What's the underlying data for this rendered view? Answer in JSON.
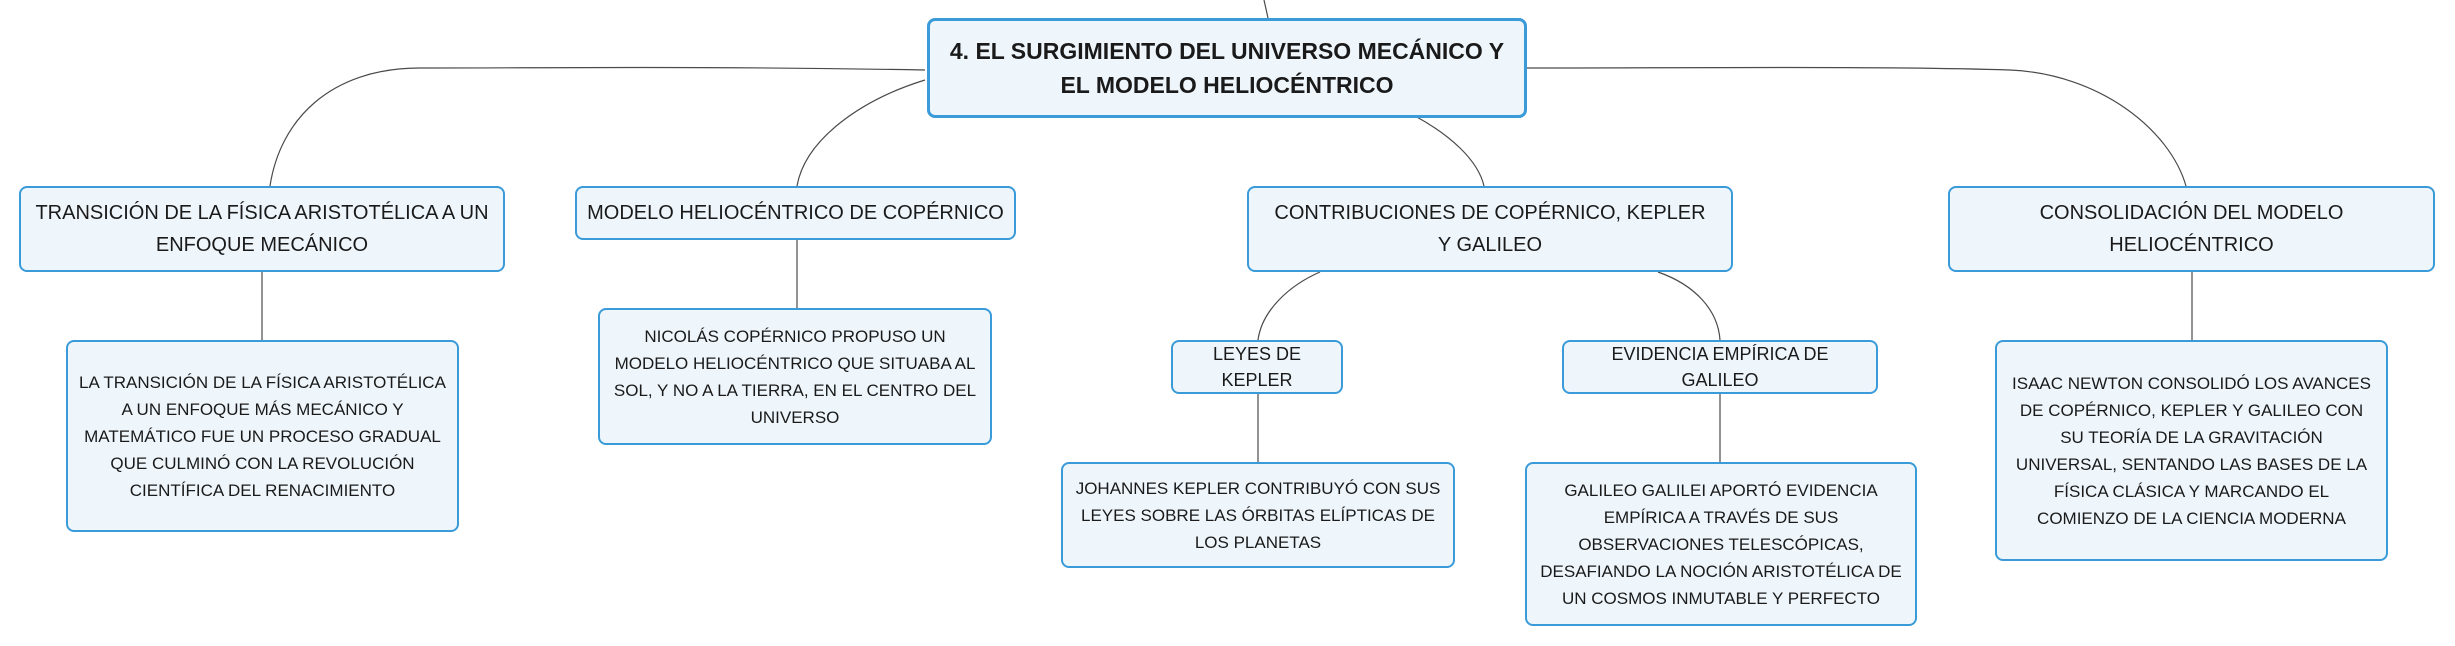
{
  "colors": {
    "node_border": "#3a9bd8",
    "node_fill": "#eef6fc",
    "connector": "#4a4a4a",
    "text": "#1a1a1a"
  },
  "root": {
    "label": "4. EL SURGIMIENTO DEL UNIVERSO MECÁNICO Y EL MODELO HELIOCÉNTRICO"
  },
  "branches": [
    {
      "label": "TRANSICIÓN DE LA FÍSICA ARISTOTÉLICA A UN ENFOQUE MECÁNICO",
      "detail": "LA TRANSICIÓN DE LA FÍSICA ARISTOTÉLICA A UN ENFOQUE MÁS MECÁNICO Y MATEMÁTICO FUE UN PROCESO GRADUAL QUE CULMINÓ CON LA REVOLUCIÓN CIENTÍFICA DEL RENACIMIENTO"
    },
    {
      "label": "MODELO HELIOCÉNTRICO DE COPÉRNICO",
      "detail": "NICOLÁS COPÉRNICO PROPUSO UN MODELO HELIOCÉNTRICO QUE SITUABA AL SOL, Y NO A LA TIERRA, EN EL CENTRO DEL UNIVERSO"
    },
    {
      "label": "CONTRIBUCIONES DE COPÉRNICO, KEPLER Y GALILEO",
      "children": [
        {
          "label": "LEYES DE KEPLER",
          "detail": "JOHANNES KEPLER CONTRIBUYÓ CON SUS LEYES SOBRE LAS ÓRBITAS ELÍPTICAS DE LOS PLANETAS"
        },
        {
          "label": "EVIDENCIA EMPÍRICA DE GALILEO",
          "detail": "GALILEO GALILEI APORTÓ EVIDENCIA EMPÍRICA A TRAVÉS DE SUS OBSERVACIONES TELESCÓPICAS, DESAFIANDO LA NOCIÓN ARISTOTÉLICA DE UN COSMOS INMUTABLE Y PERFECTO"
        }
      ]
    },
    {
      "label": "CONSOLIDACIÓN DEL MODELO HELIOCÉNTRICO",
      "detail": "ISAAC NEWTON CONSOLIDÓ LOS AVANCES DE COPÉRNICO, KEPLER Y GALILEO CON SU TEORÍA DE LA GRAVITACIÓN UNIVERSAL, SENTANDO LAS BASES DE LA FÍSICA CLÁSICA Y MARCANDO EL COMIENZO DE LA CIENCIA MODERNA"
    }
  ]
}
